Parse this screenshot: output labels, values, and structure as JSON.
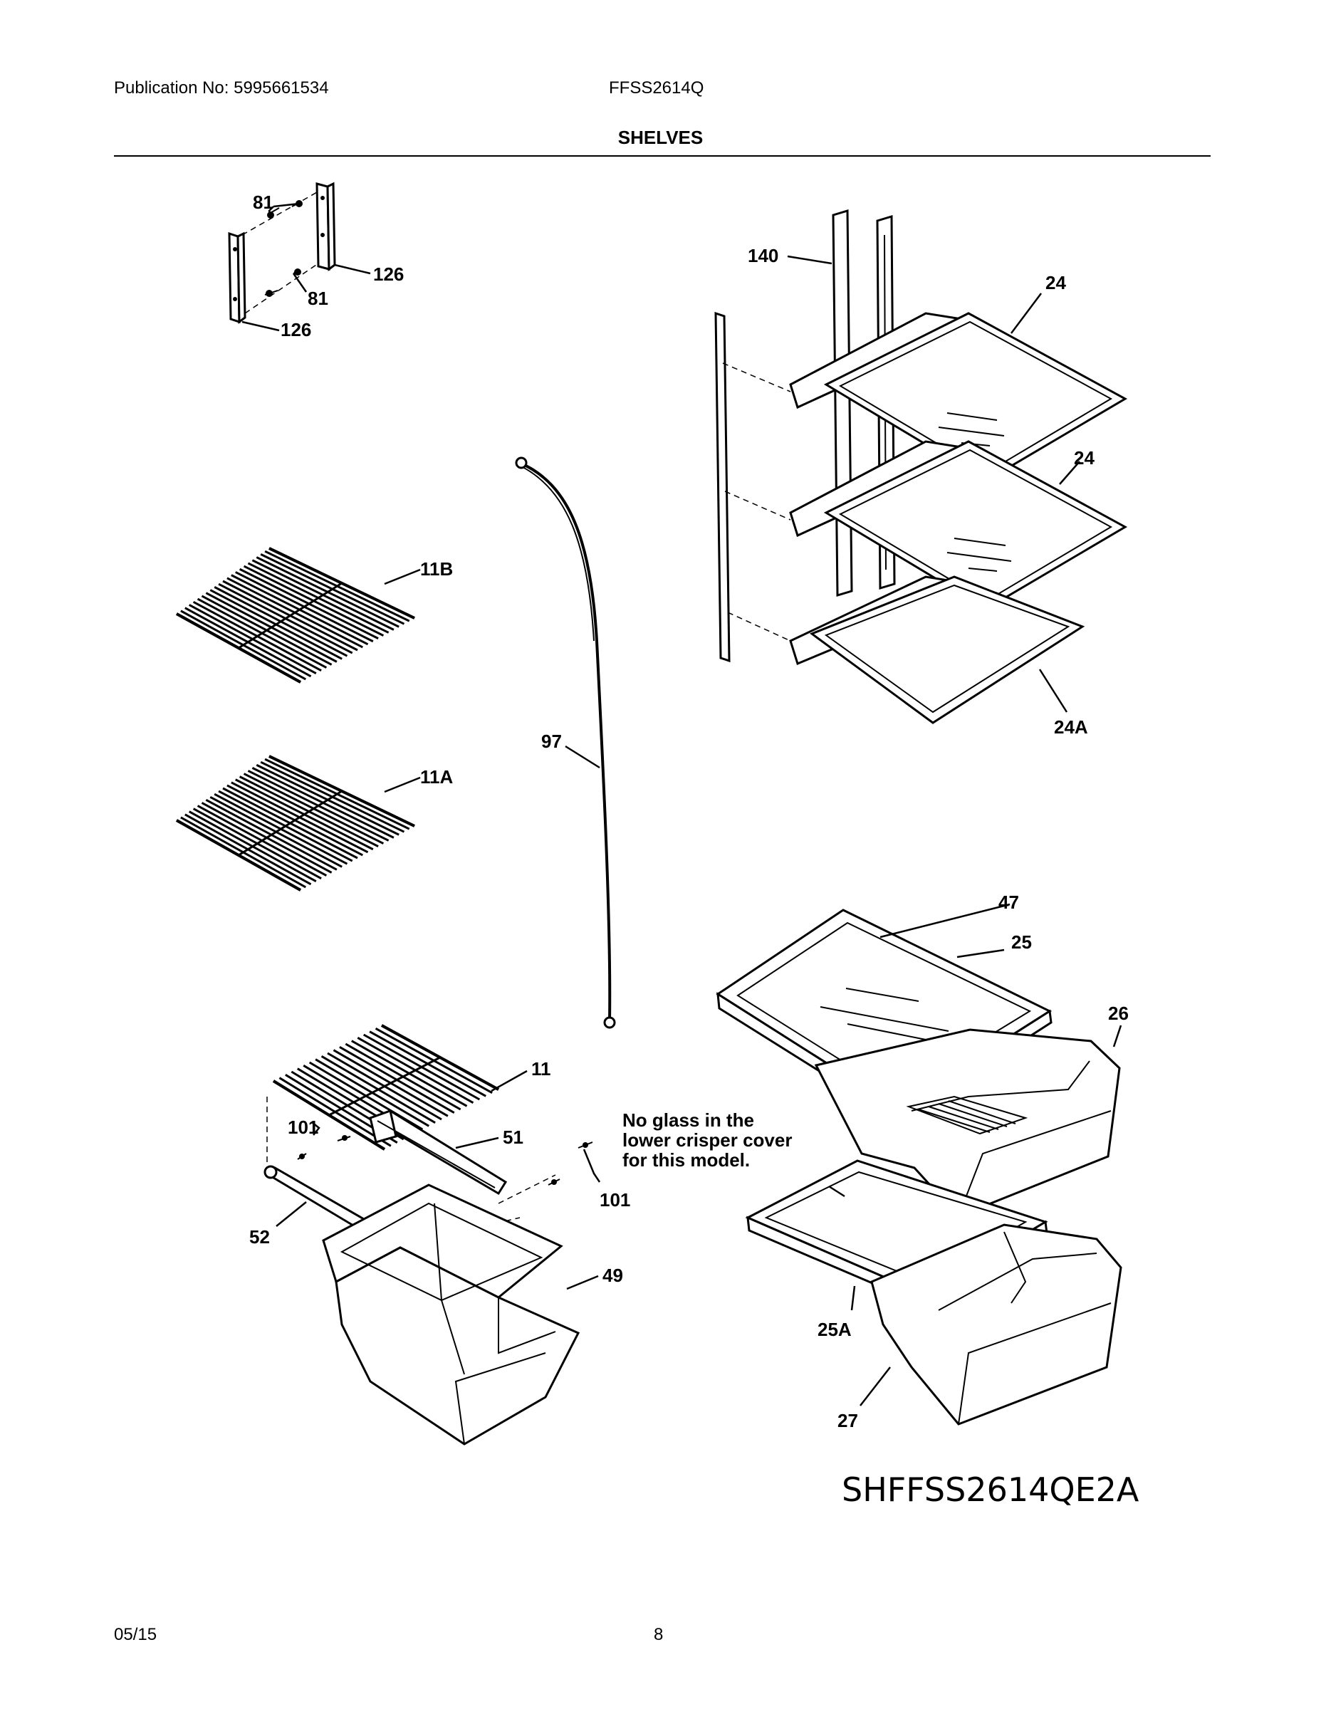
{
  "header": {
    "publication": "Publication No: 5995661534",
    "model": "FFSS2614Q",
    "title": "SHELVES"
  },
  "callouts": {
    "c81a": "81",
    "c81b": "81",
    "c126a": "126",
    "c126b": "126",
    "c140": "140",
    "c24a": "24",
    "c24b": "24",
    "c24A": "24A",
    "c11B": "11B",
    "c11A": "11A",
    "c97": "97",
    "c11": "11",
    "c101a": "101",
    "c101b": "101",
    "c51": "51",
    "c52": "52",
    "c49": "49",
    "c47": "47",
    "c25": "25",
    "c26": "26",
    "c25A": "25A",
    "c27": "27"
  },
  "note": {
    "line1": "No glass in the",
    "line2": "lower crisper cover",
    "line3": "for this model."
  },
  "diagram_code": "SHFFSS2614QE2A",
  "footer": {
    "date": "05/15",
    "page": "8"
  }
}
